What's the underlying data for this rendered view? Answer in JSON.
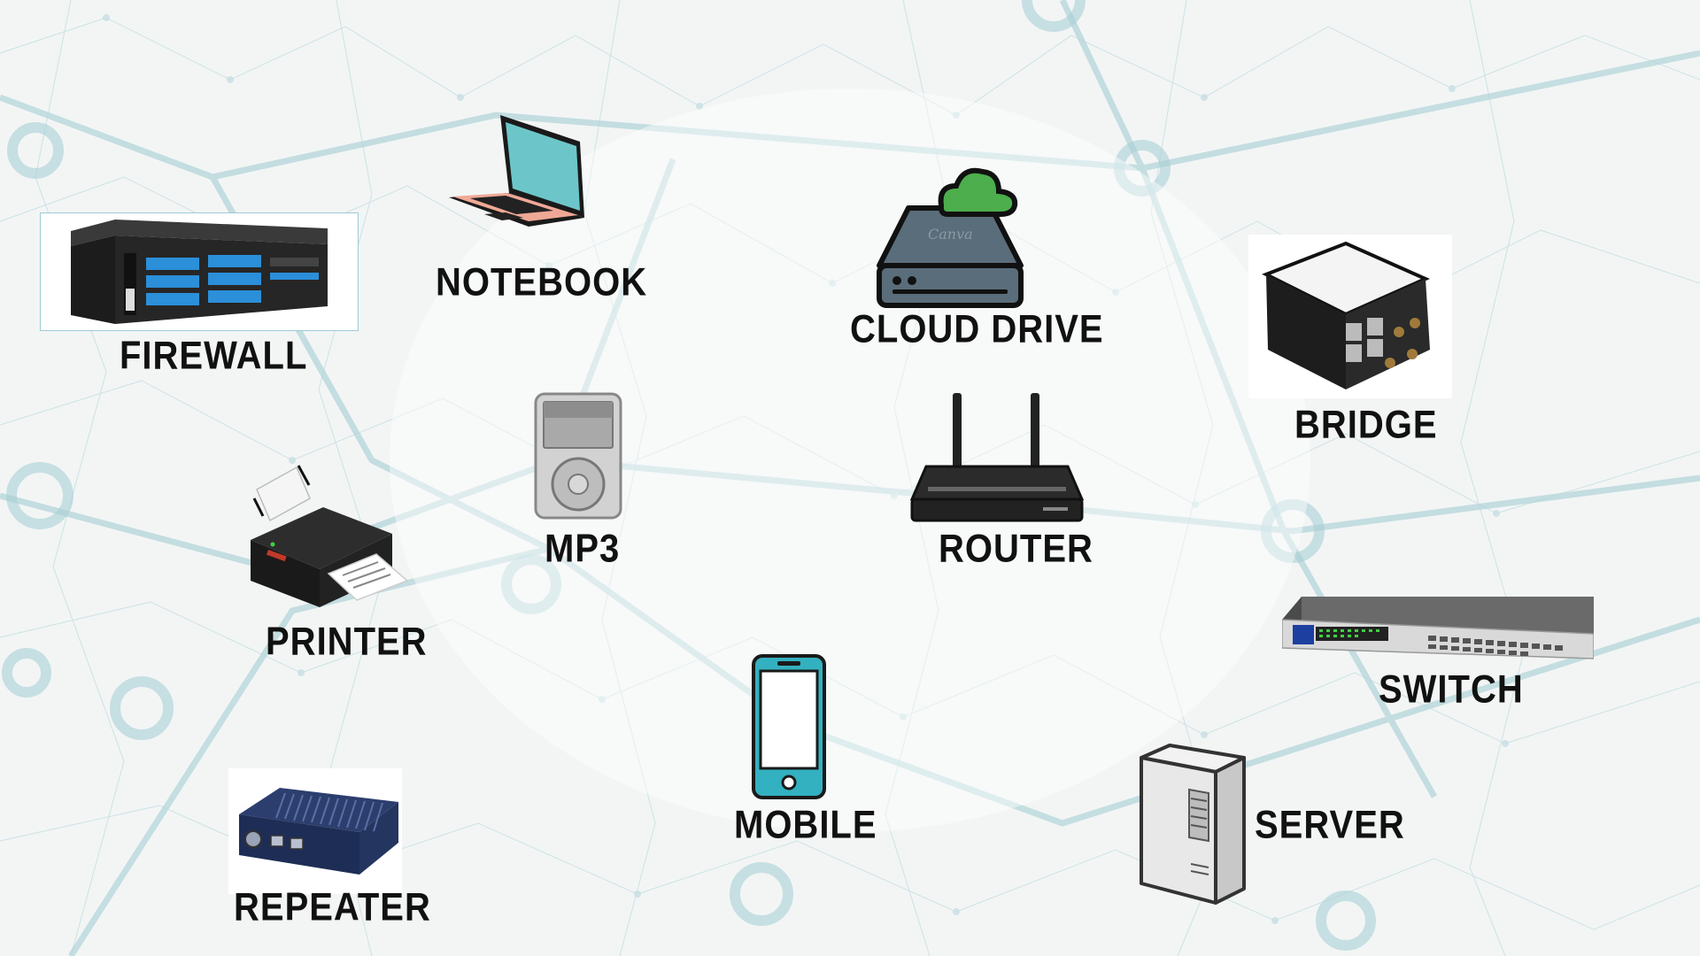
{
  "colors": {
    "background": "#f3f5f5",
    "network_lines": "#bfd9dc",
    "label_text": "#111111",
    "teal": "#33b1c0",
    "cloud_green": "#4cae4c",
    "laptop_pink": "#f0a896",
    "firewall_blue": "#2b8fd9"
  },
  "devices": [
    {
      "id": "firewall",
      "label": "FIREWALL",
      "icon": "rack-firewall-icon"
    },
    {
      "id": "notebook",
      "label": "NOTEBOOK",
      "icon": "laptop-icon"
    },
    {
      "id": "cloud-drive",
      "label": "CLOUD DRIVE",
      "icon": "cloud-drive-icon"
    },
    {
      "id": "bridge",
      "label": "BRIDGE",
      "icon": "bridge-box-icon"
    },
    {
      "id": "mp3",
      "label": "MP3",
      "icon": "mp3-player-icon"
    },
    {
      "id": "router",
      "label": "ROUTER",
      "icon": "router-icon"
    },
    {
      "id": "printer",
      "label": "PRINTER",
      "icon": "printer-icon"
    },
    {
      "id": "switch",
      "label": "SWITCH",
      "icon": "network-switch-icon"
    },
    {
      "id": "mobile",
      "label": "MOBILE",
      "icon": "mobile-phone-icon"
    },
    {
      "id": "server",
      "label": "SERVER",
      "icon": "server-tower-icon"
    },
    {
      "id": "repeater",
      "label": "REPEATER",
      "icon": "repeater-icon"
    }
  ],
  "cloud_drive_watermark": "Canva"
}
